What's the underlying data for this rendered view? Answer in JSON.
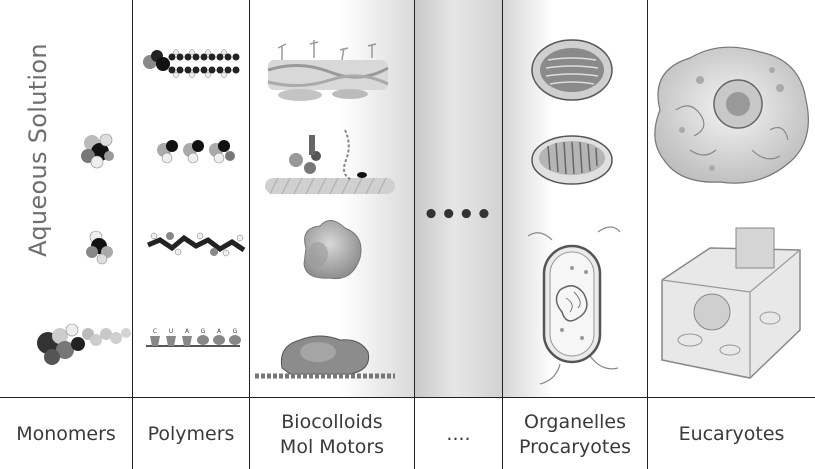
{
  "side_title": "Aqueous Solution",
  "middle_dots": "••••",
  "columns": [
    {
      "label_lines": [
        "Monomers"
      ]
    },
    {
      "label_lines": [
        "Polymers"
      ]
    },
    {
      "label_lines": [
        "Biocolloids",
        "Mol Motors"
      ]
    },
    {
      "label_lines": [
        "...."
      ]
    },
    {
      "label_lines": [
        "Organelles",
        "Procaryotes"
      ]
    },
    {
      "label_lines": [
        "Eucaryotes"
      ]
    }
  ],
  "nucleotide_letters": [
    "C",
    "U",
    "A",
    "G",
    "A",
    "G"
  ]
}
